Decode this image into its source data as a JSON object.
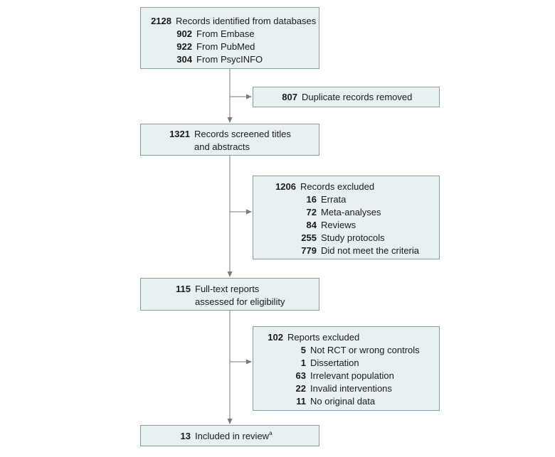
{
  "identified": {
    "main": {
      "count": "2128",
      "label": "Records identified from databases"
    },
    "sources": [
      {
        "count": "902",
        "label": "From Embase"
      },
      {
        "count": "922",
        "label": "From PubMed"
      },
      {
        "count": "304",
        "label": "From PsycINFO"
      }
    ]
  },
  "duplicates": {
    "count": "807",
    "label": "Duplicate records removed"
  },
  "screened": {
    "count": "1321",
    "line1": "Records screened titles",
    "line2": "and abstracts"
  },
  "records_excluded": {
    "main": {
      "count": "1206",
      "label": "Records excluded"
    },
    "reasons": [
      {
        "count": "16",
        "label": "Errata"
      },
      {
        "count": "72",
        "label": "Meta-analyses"
      },
      {
        "count": "84",
        "label": "Reviews"
      },
      {
        "count": "255",
        "label": "Study protocols"
      },
      {
        "count": "779",
        "label": "Did not meet the criteria"
      }
    ]
  },
  "fulltext": {
    "count": "115",
    "line1": "Full-text reports",
    "line2": "assessed for eligibility"
  },
  "reports_excluded": {
    "main": {
      "count": "102",
      "label": "Reports excluded"
    },
    "reasons": [
      {
        "count": "5",
        "label": "Not RCT or wrong controls"
      },
      {
        "count": "1",
        "label": "Dissertation"
      },
      {
        "count": "63",
        "label": "Irrelevant population"
      },
      {
        "count": "22",
        "label": "Invalid interventions"
      },
      {
        "count": "11",
        "label": "No original data"
      }
    ]
  },
  "included": {
    "count": "13",
    "label": "Included in review",
    "sup": "a"
  },
  "colors": {
    "box_fill": "#e8f1f2",
    "box_border": "#8a9ca3",
    "arrow": "#7a7a7a"
  }
}
